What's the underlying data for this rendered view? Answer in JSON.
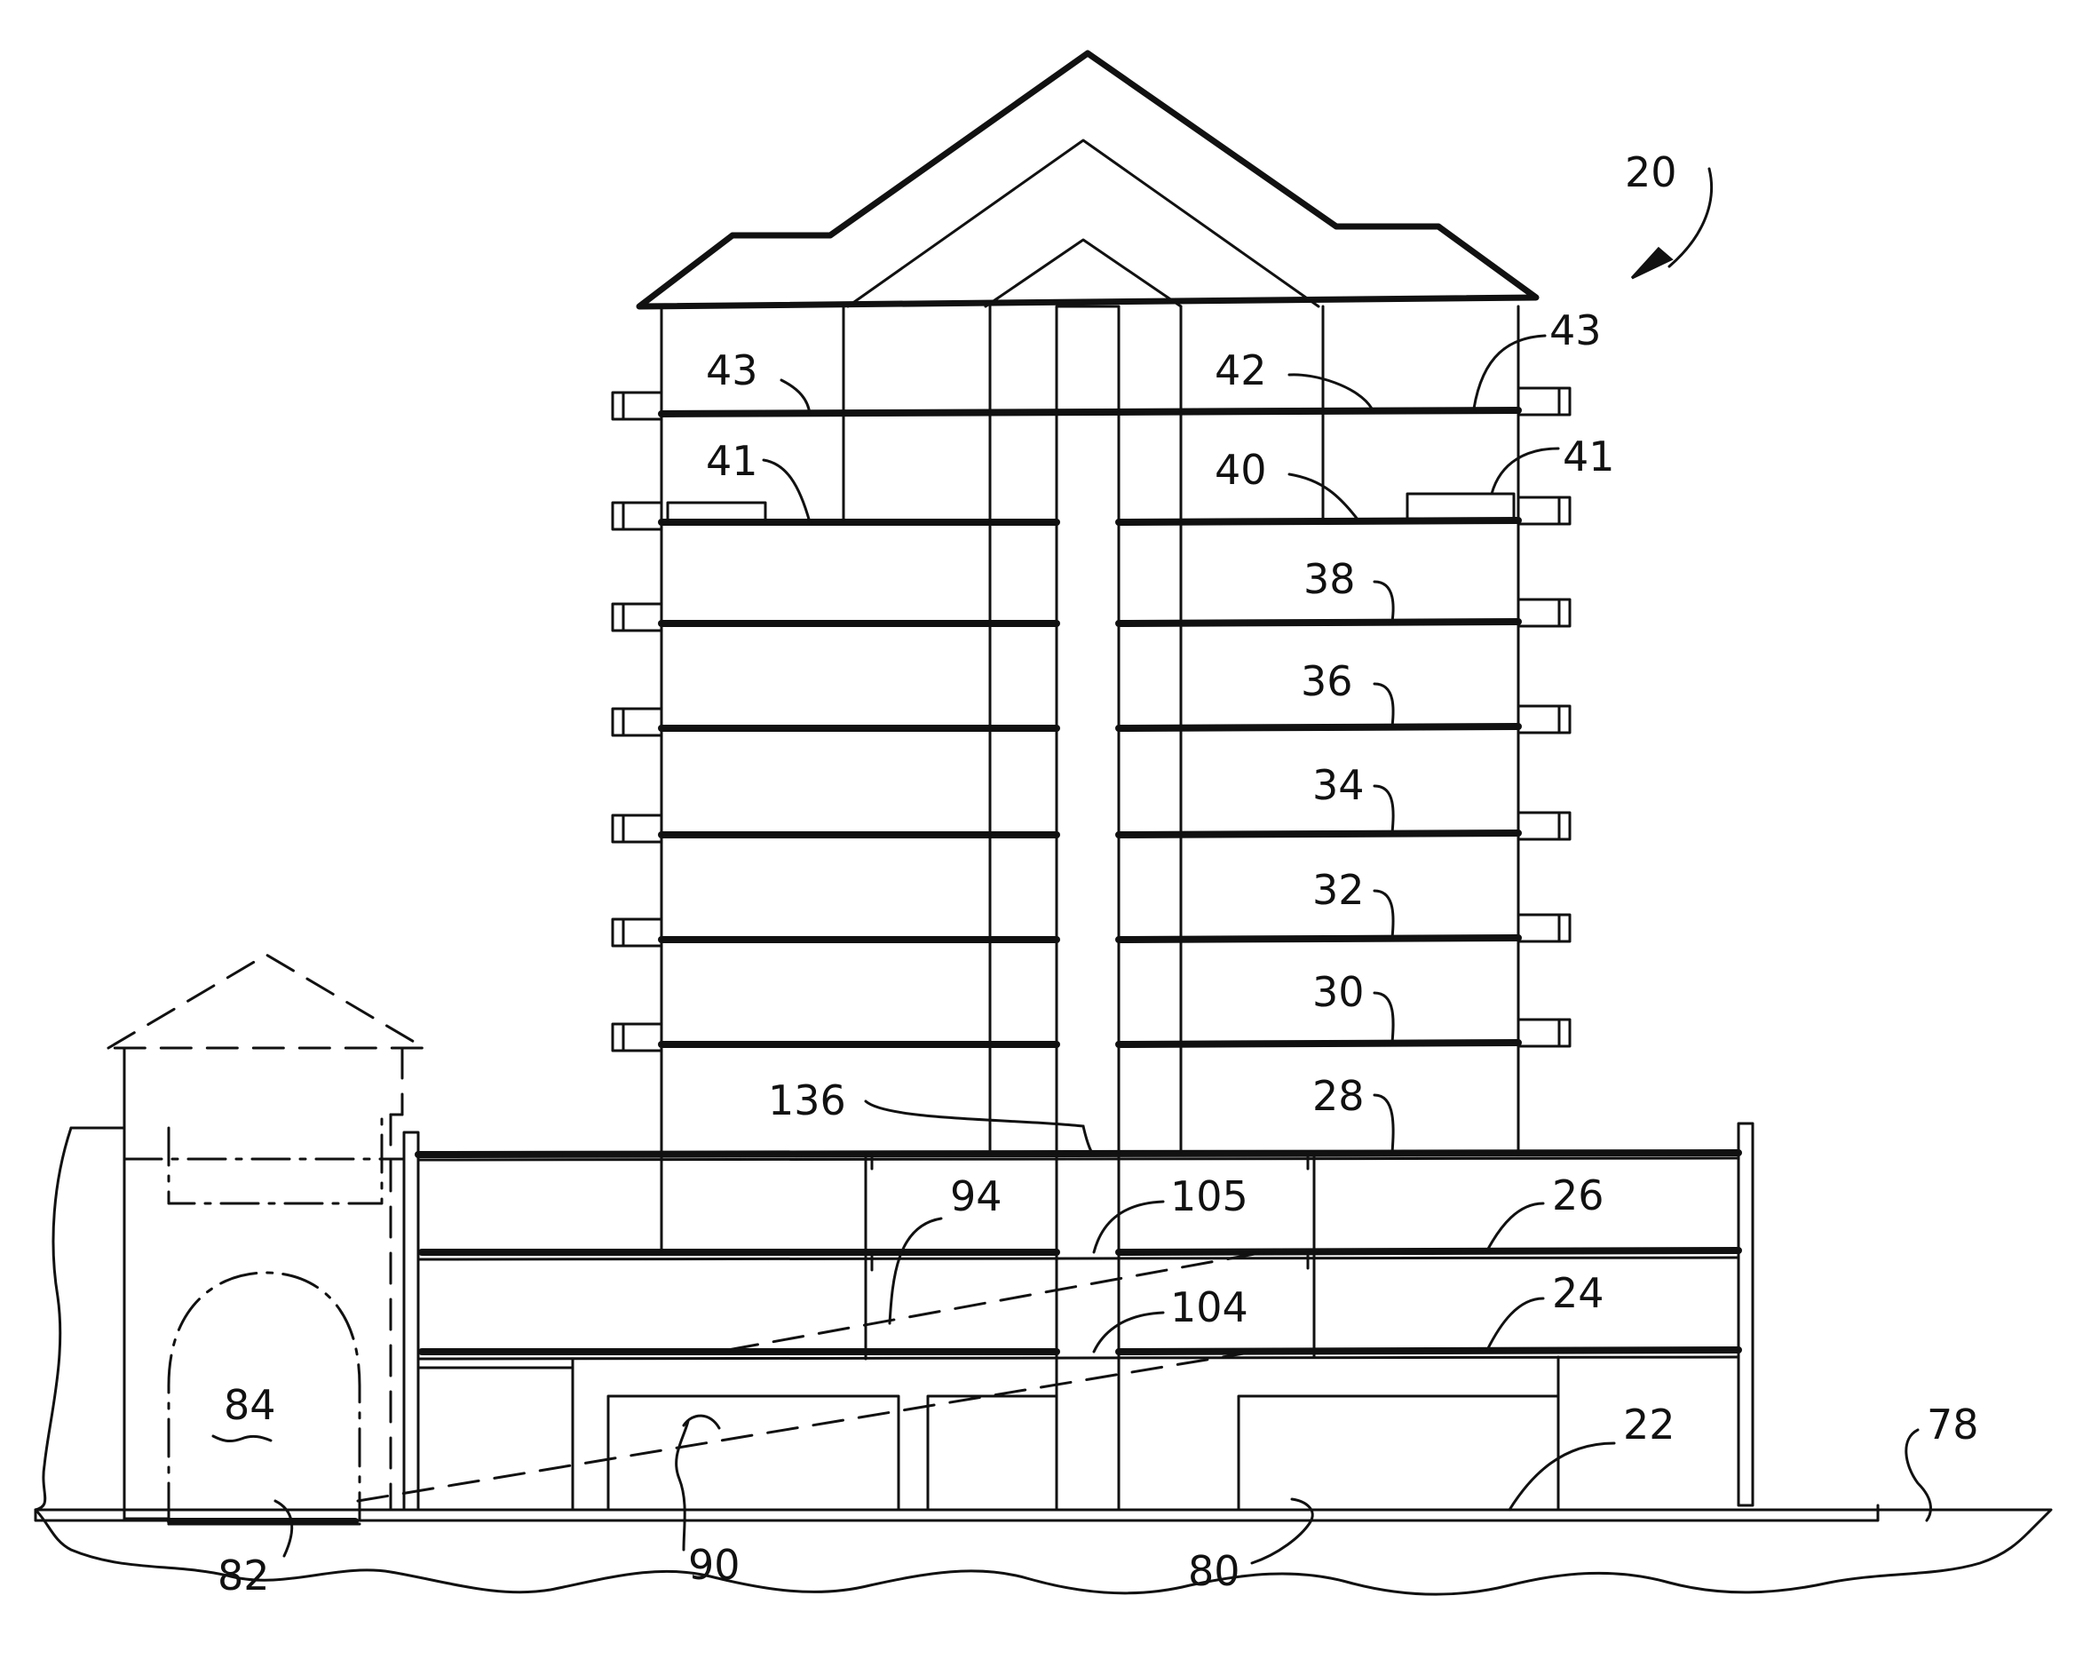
{
  "labels": {
    "ref_20": "20",
    "ref_43_left": "43",
    "ref_43_right": "43",
    "ref_42": "42",
    "ref_41_left": "41",
    "ref_41_right": "41",
    "ref_40": "40",
    "ref_38": "38",
    "ref_36": "36",
    "ref_34": "34",
    "ref_32": "32",
    "ref_30": "30",
    "ref_28": "28",
    "ref_136": "136",
    "ref_94": "94",
    "ref_105": "105",
    "ref_26": "26",
    "ref_104": "104",
    "ref_24": "24",
    "ref_84": "84",
    "ref_22": "22",
    "ref_78": "78",
    "ref_82": "82",
    "ref_90": "90",
    "ref_80": "80"
  }
}
